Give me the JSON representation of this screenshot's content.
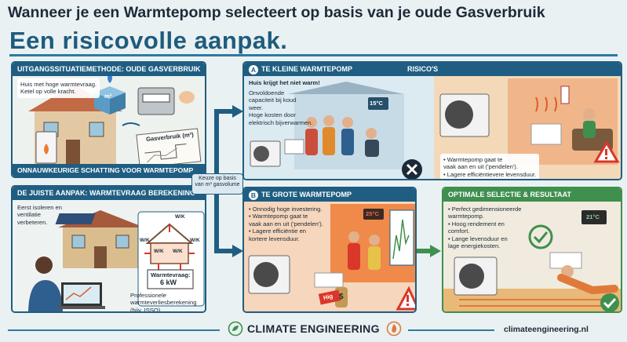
{
  "title": "Wanneer je een Warmtepomp selecteert op basis van je oude Gasverbruik",
  "subtitle": "Een risicovolle aanpak.",
  "panels": {
    "old_method": {
      "header": "Uitgangssituatiemethode: oude gasverbruik",
      "text": [
        "Huis met hoge warmtevraag.",
        "Ketel op volle kracht."
      ],
      "meter_label": "m³",
      "paper_label": "Gasverbruik (m³)",
      "footer": "Onnauwkeurige schatting voor warmtepomp"
    },
    "right_approach": {
      "header": "De juiste aanpak: warmtevraag berekening",
      "text": [
        "Eerst isoleren en",
        "ventilatie",
        "verbeteren."
      ],
      "wk_labels": [
        "W/K",
        "W/K",
        "W/K",
        "W/K",
        "W/K"
      ],
      "demand_label": "Warmtevraag:",
      "demand_value": "6 kW",
      "calc_text": [
        "Professionele",
        "warmteverliesberekening",
        "(bijv. ISSO)."
      ]
    },
    "too_small": {
      "badge": "A",
      "header": "Te kleine warmtepomp",
      "header_right": "Risico's",
      "title_text": "Huis krijgt het niet warm!",
      "text": [
        "Onvoldoende",
        "capaciteit bij koud",
        "weer.",
        "Hoge kosten door",
        "elektrisch bijverwarmen."
      ],
      "thermostat": "15°C"
    },
    "risks": {
      "text": [
        "• Warmtepomp gaat te",
        "vaak aan en uit ('pendelen').",
        "• Lagere efficiëntievere levensduur."
      ]
    },
    "too_big": {
      "badge": "B",
      "header": "Te grote warmtepomp",
      "text": [
        "• Onnodig hoge investering.",
        "• Warmtepomp gaat te",
        "vaak aan en uit ('pendelen').",
        "• Lagere efficiëntie en",
        "kortere levensduur."
      ],
      "thermostat": "25°C",
      "price_tag": "Hig",
      "money_symbol": "$"
    },
    "optimal": {
      "header": "Optimale selectie & resultaat",
      "text": [
        "• Perfect gedimensioneerde",
        "warmtepomp.",
        "• Hoog rendement en",
        "comfort.",
        "• Lange levensduur en",
        "lage energiekosten."
      ],
      "thermostat": "21°C"
    }
  },
  "connector_label": [
    "Keuze op basis",
    "van m³ gasvolume"
  ],
  "footer": {
    "brand": "CLIMATE ENGINEERING",
    "url": "climateengineering.nl"
  },
  "colors": {
    "navy": "#1f5e82",
    "green": "#3f8f4e",
    "warning_red": "#d9372a",
    "cold_blue": "#a8cfe3",
    "warm_orange": "#ef8a4a"
  }
}
